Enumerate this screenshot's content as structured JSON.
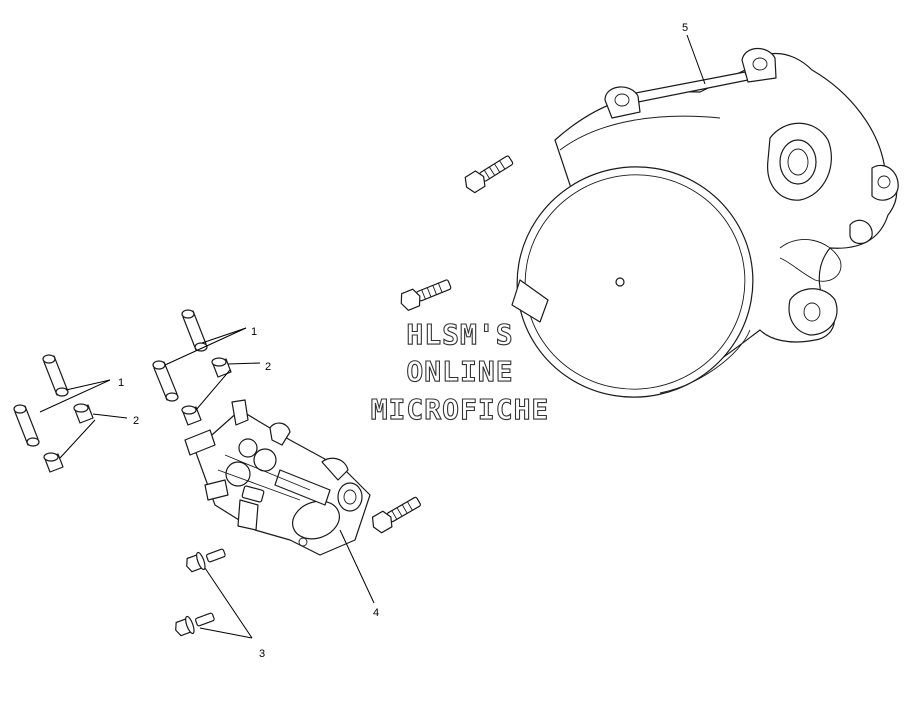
{
  "watermark": {
    "line1": "HLSM'S",
    "line2": "ONLINE",
    "line3": "MICROFICHE"
  },
  "callouts": [
    {
      "id": "1",
      "label": "1"
    },
    {
      "id": "1",
      "label": "1"
    },
    {
      "id": "2",
      "label": "2"
    },
    {
      "id": "2",
      "label": "2"
    },
    {
      "id": "3",
      "label": "3"
    },
    {
      "id": "4",
      "label": "4"
    },
    {
      "id": "5",
      "label": "5"
    }
  ],
  "colors": {
    "line": "#1a1a1a",
    "background": "#ffffff",
    "watermark_outline": "#333333"
  }
}
